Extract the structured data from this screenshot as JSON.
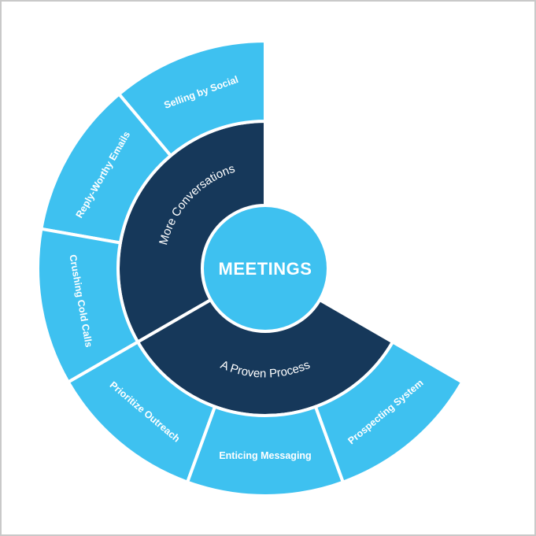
{
  "colors": {
    "outer_ring": "#3ec1f0",
    "inner_ring": "#16385a",
    "center": "#3ec1f0",
    "separator": "#ffffff",
    "text": "#ffffff",
    "frame_border": "#c9c9c9"
  },
  "diagram": {
    "center_label": "MEETINGS",
    "inner_ring": [
      {
        "label": "More Conversations"
      },
      {
        "label": "A Proven Process"
      }
    ],
    "outer_ring": [
      {
        "label": "Selling by Social"
      },
      {
        "label": "Reply-Worthy Emails"
      },
      {
        "label": "Crushing Cold Calls"
      },
      {
        "label": "Prioritize Outreach"
      },
      {
        "label": "Enticing Messaging"
      },
      {
        "label": "Prospecting System"
      }
    ]
  }
}
